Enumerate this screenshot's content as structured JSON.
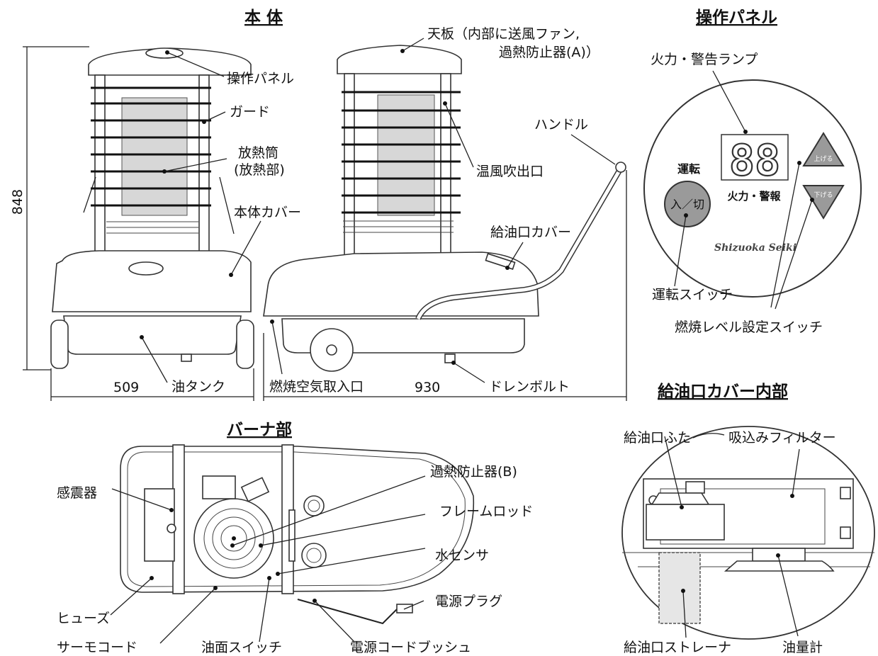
{
  "sections": {
    "body_title": "本 体",
    "panel_title": "操作パネル",
    "burner_title": "バーナ部",
    "cover_title": "給油口カバー内部"
  },
  "dimensions": {
    "height": "848",
    "width": "509",
    "depth": "930"
  },
  "body_labels": {
    "operation_panel": "操作パネル",
    "top_plate_1": "天板（内部に送風ファン,",
    "top_plate_2": "過熱防止器(A)）",
    "guard": "ガード",
    "heat_tube_1": "放熱筒",
    "heat_tube_2": "(放熱部)",
    "warm_air_outlet": "温風吹出口",
    "handle": "ハンドル",
    "body_cover": "本体カバー",
    "fuel_cover": "給油口カバー",
    "oil_tank": "油タンク",
    "air_inlet": "燃焼空気取入口",
    "drain_bolt": "ドレンボルト"
  },
  "panel": {
    "lamp_label": "火力・警告ランプ",
    "display": "88",
    "run_label": "運転",
    "power_button": "入／切",
    "fire_alarm": "火力・警報",
    "up_button": "上げる",
    "down_button": "下げる",
    "brand": "Shizuoka Seiki",
    "run_switch": "運転スイッチ",
    "level_switch": "燃焼レベル設定スイッチ"
  },
  "burner_labels": {
    "seismic": "感震器",
    "overheat_b": "過熱防止器(B)",
    "flame_rod": "フレームロッド",
    "water_sensor": "水センサ",
    "power_plug": "電源プラグ",
    "fuse": "ヒューズ",
    "thermo_cord": "サーモコード",
    "oil_switch": "油面スイッチ",
    "cord_bush": "電源コードブッシュ"
  },
  "cover_labels": {
    "fuel_cap": "給油口ふた",
    "suction_filter": "吸込みフィルター",
    "strainer": "給油口ストレーナ",
    "oil_gauge": "油量計"
  },
  "colors": {
    "line": "#222222",
    "button_fill": "#9a9a9a",
    "mesh": "#d7d7d7"
  }
}
